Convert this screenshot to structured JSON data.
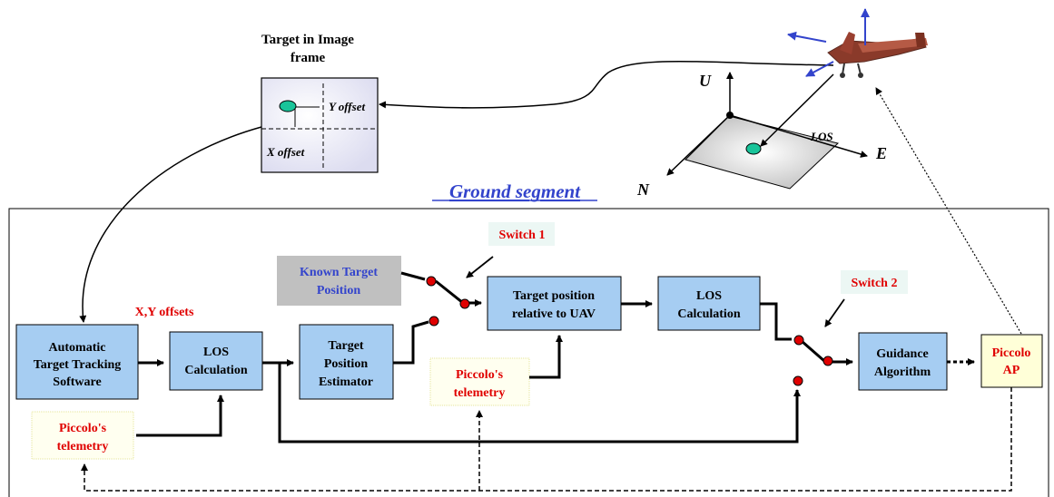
{
  "image_frame": {
    "title_line1": "Target in Image",
    "title_line2": "frame",
    "y_offset": "Y offset",
    "x_offset": "X offset"
  },
  "axes": {
    "u": "U",
    "n": "N",
    "e": "E",
    "los": "LOS"
  },
  "ground_segment_label": "Ground segment",
  "blocks": {
    "tracking": [
      "Automatic",
      "Target Tracking",
      "Software"
    ],
    "los_calc_1": [
      "LOS",
      "Calculation"
    ],
    "estimator": [
      "Target",
      "Position",
      "Estimator"
    ],
    "relative": [
      "Target position",
      "relative to UAV"
    ],
    "los_calc_2": [
      "LOS",
      "Calculation"
    ],
    "guidance": [
      "Guidance",
      "Algorithm"
    ],
    "piccolo_ap": [
      "Piccolo",
      "AP"
    ],
    "known_target": [
      "Known Target",
      "Position"
    ],
    "telemetry_1": [
      "Piccolo's",
      "telemetry"
    ],
    "telemetry_2": [
      "Piccolo's",
      "telemetry"
    ]
  },
  "labels": {
    "xy_offsets": "X,Y offsets",
    "switch_1": "Switch 1",
    "switch_2": "Switch 2"
  },
  "colors": {
    "block_fill": "#a6cdf2",
    "ap_fill": "#ffffd8",
    "known_fill": "#c0c0c0",
    "red": "#e00000",
    "blue": "#3344cc",
    "target_dot": "#19c49a"
  }
}
